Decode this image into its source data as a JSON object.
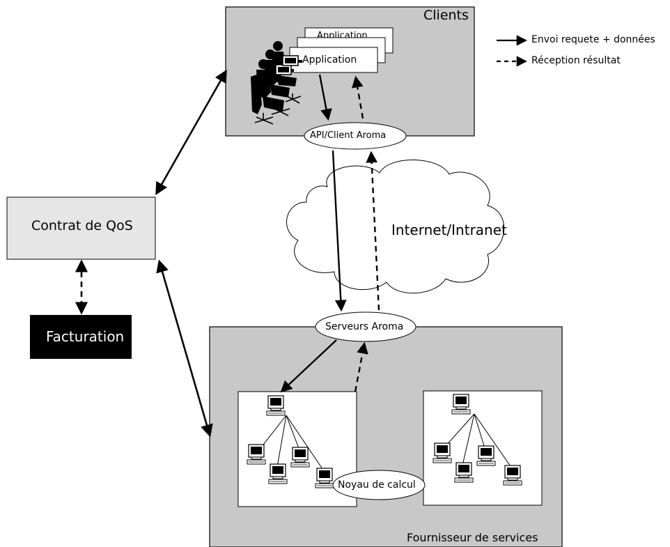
{
  "clients": {
    "title": "Clients",
    "app_label": "Application",
    "app_back_label": "Application",
    "api_label": "API/Client Aroma"
  },
  "legend": {
    "send": "Envoi requete + données",
    "receive": "Réception résultat"
  },
  "network": {
    "label": "Internet/Intranet"
  },
  "contract": {
    "label": "Contrat de QoS"
  },
  "billing": {
    "label": "Facturation"
  },
  "provider": {
    "title": "Fournisseur de services",
    "servers_label": "Serveurs Aroma",
    "kernel_label": "Noyau de calcul"
  },
  "colors": {
    "region_fill": "#c8c8c8",
    "contract_fill": "#e6e6e6",
    "billing_fill": "#000000",
    "line": "#000000"
  }
}
